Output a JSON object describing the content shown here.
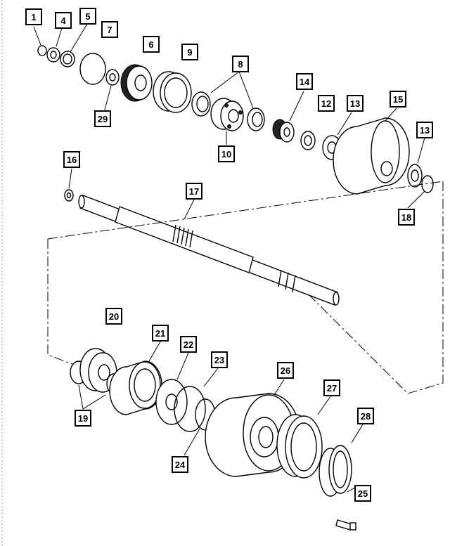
{
  "diagram": {
    "callouts": [
      "1",
      "4",
      "5",
      "7",
      "6",
      "9",
      "8",
      "14",
      "12",
      "13",
      "15",
      "29",
      "10",
      "13",
      "16",
      "17",
      "18",
      "20",
      "21",
      "22",
      "23",
      "26",
      "27",
      "19",
      "28",
      "24",
      "25"
    ]
  }
}
